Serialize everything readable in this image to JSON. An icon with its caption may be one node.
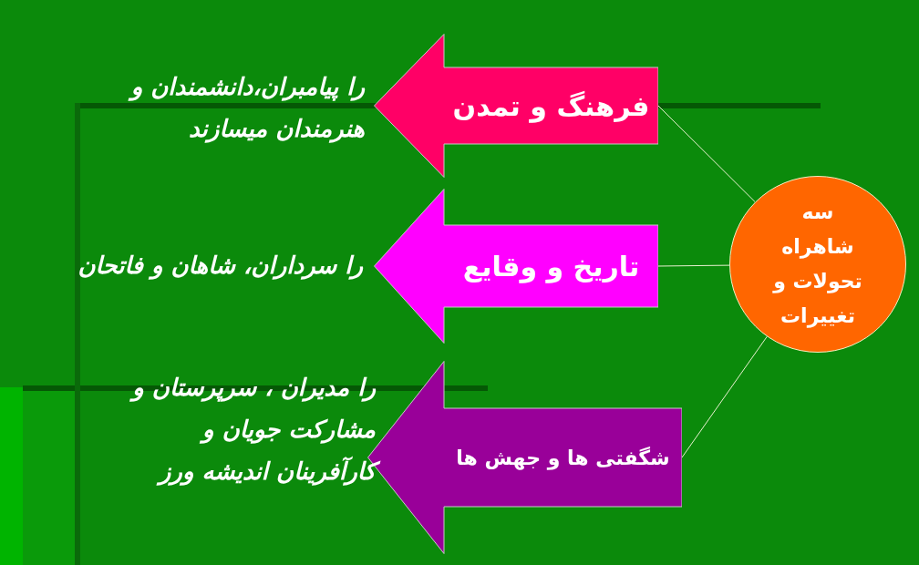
{
  "diagram": {
    "nodes": [
      {
        "text": [
          "فرهنگ و تمدن"
        ],
        "beside": [
          "را پیامبران،دانشمندان و هنرمندان میسازند"
        ]
      },
      {
        "text": [
          "تاریخ و وقایع"
        ],
        "beside": [
          "را سرداران، شاهان و فاتحان"
        ]
      },
      {
        "text": [
          "شگفتی ها و جهش ها"
        ],
        "beside": [
          "را مدیران ، سرپرستان و مشارکت جویان و کارآفرینان اندیشه ورز"
        ]
      },
      {
        "text": [
          "سه شاهراه تحولات و تغییرات"
        ]
      }
    ],
    "edges": [
      {
        "from": 3,
        "to": 0,
        "arrow": "none"
      },
      {
        "from": 3,
        "to": 1,
        "arrow": "none"
      },
      {
        "from": 3,
        "to": 2,
        "arrow": "none"
      }
    ]
  }
}
